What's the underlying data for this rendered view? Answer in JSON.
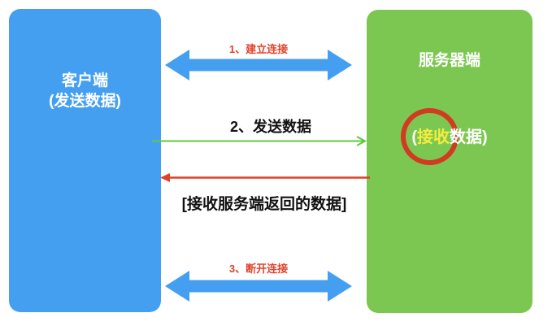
{
  "client": {
    "title": "客户端",
    "subtitle": "(发送数据)"
  },
  "server": {
    "title": "服务器端",
    "sub_prefix": "(",
    "sub_highlight": "接收",
    "sub_suffix": "数据)"
  },
  "steps": {
    "establish_label": "1、建立连接",
    "send_label": "2、发送数据",
    "return_label": "[接收服务端返回的数据]",
    "disconnect_label": "3、断开连接"
  },
  "colors": {
    "client_blue": "#459FF1",
    "server_green": "#7CC751",
    "double_arrow_blue": "#459FF1",
    "send_arrow_green": "#62C93E",
    "return_arrow_red": "#DC4226",
    "step_label_red": "#E0442C",
    "highlight_yellow": "#F6EC3E",
    "circle_red": "#D23A21",
    "node_text_white": "#FFFFFF",
    "flow_text_black": "#111111"
  }
}
